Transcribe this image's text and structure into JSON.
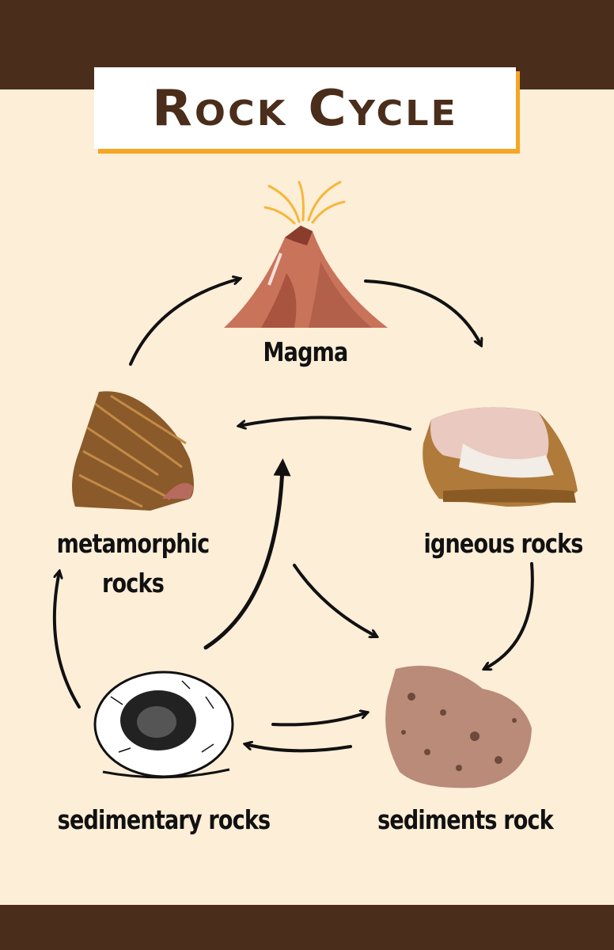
{
  "title": "Rock Cycle",
  "stages": {
    "magma": "Magma",
    "igneous": "igneous rocks",
    "metamorphic_line1": "metamorphic",
    "metamorphic_line2": "rocks",
    "sedimentary": "sedimentary rocks",
    "sediments": "sediments rock"
  },
  "colors": {
    "band": "#4a2d1a",
    "background": "#fdeed8",
    "accent": "#f5a623"
  }
}
